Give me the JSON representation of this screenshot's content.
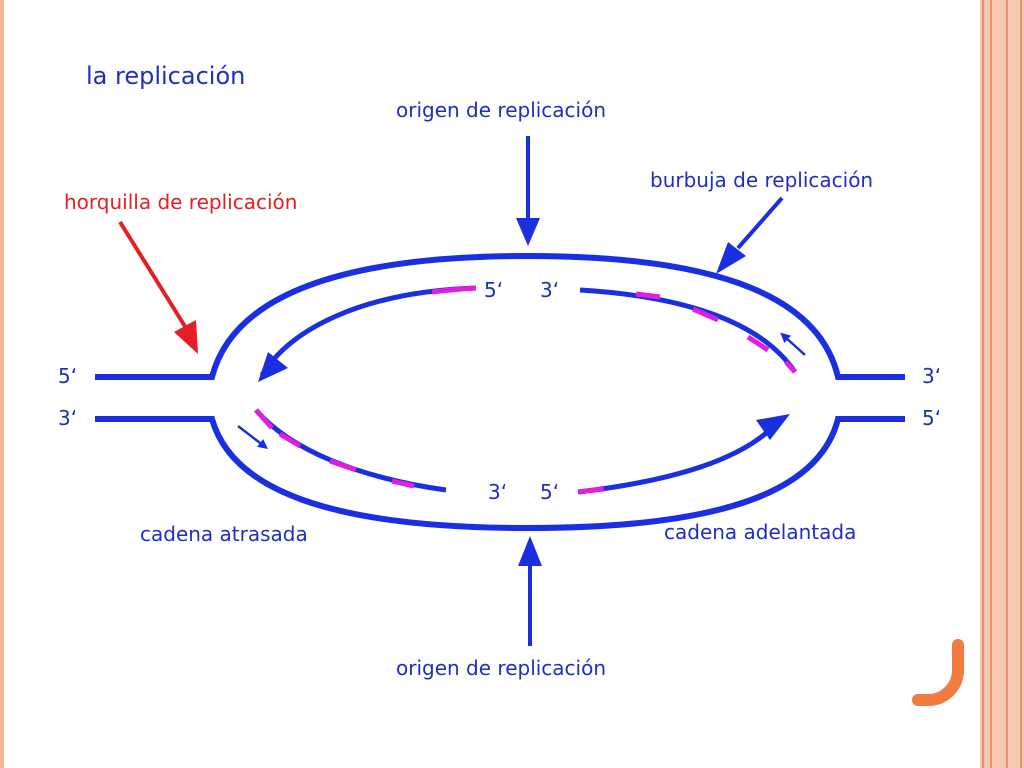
{
  "title": "la replicación",
  "labels": {
    "origin_top": "origen de replicación",
    "origin_bottom": "origen de replicación",
    "bubble": "burbuja de replicación",
    "fork": "horquilla de replicación",
    "lagging": "cadena atrasada",
    "leading": "cadena adelantada"
  },
  "strand_ends": {
    "left_top": "5‘",
    "left_bottom": "3‘",
    "right_top": "3‘",
    "right_bottom": "5‘",
    "inner_top_left": "5‘",
    "inner_top_right": "3‘",
    "inner_bottom_left": "3‘",
    "inner_bottom_right": "5‘"
  },
  "colors": {
    "dna": "#1a2fe0",
    "primer": "#e01ee0",
    "fork_arrow": "#e51e25",
    "accent": "#f07c3f",
    "border": "#f6c9b4"
  }
}
